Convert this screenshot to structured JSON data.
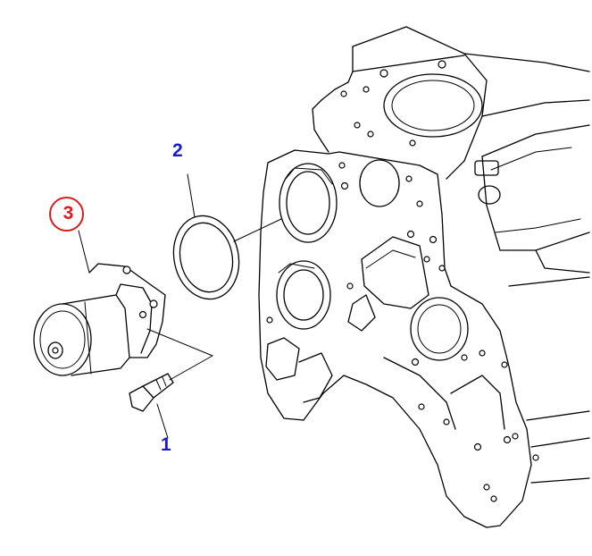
{
  "callouts": [
    {
      "id": "1",
      "text": "1",
      "color": "#1a1acc",
      "part": "bolt"
    },
    {
      "id": "2",
      "text": "2",
      "color": "#1a1acc",
      "part": "gasket"
    },
    {
      "id": "3",
      "text": "3",
      "color": "#d61e1e",
      "part": "water pump",
      "circled": true
    }
  ],
  "colors": {
    "line": "#000000",
    "background": "#ffffff"
  }
}
